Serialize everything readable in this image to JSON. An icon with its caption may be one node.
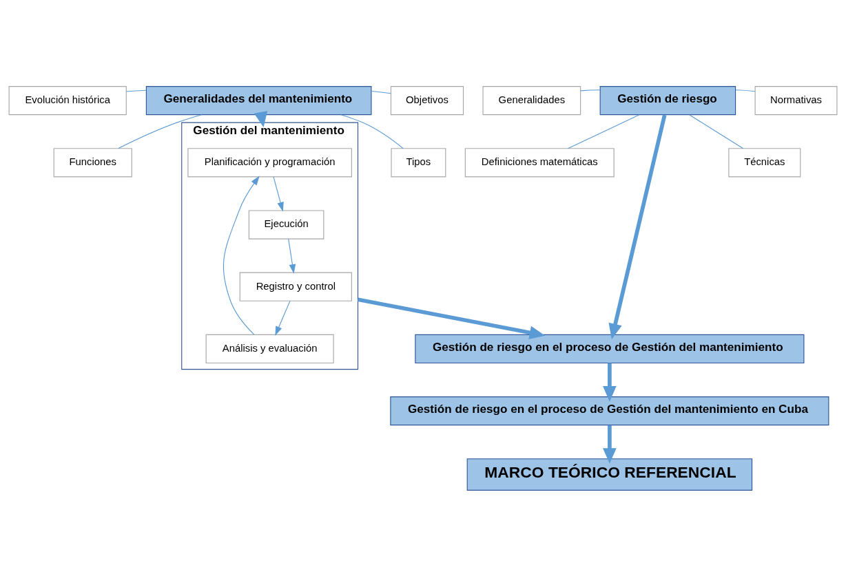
{
  "diagram": {
    "nodes": [
      {
        "text": [
          "Evolución histórica"
        ]
      },
      {
        "text": [
          "Generalidades del mantenimiento"
        ]
      },
      {
        "text": [
          "Objetivos"
        ]
      },
      {
        "text": [
          "Funciones"
        ]
      },
      {
        "text": [
          "Tipos"
        ]
      },
      {
        "text": [
          "Generalidades"
        ]
      },
      {
        "text": [
          "Gestión de riesgo"
        ]
      },
      {
        "text": [
          "Normativas"
        ]
      },
      {
        "text": [
          "Definiciones matemáticas"
        ]
      },
      {
        "text": [
          "Técnicas"
        ]
      },
      {
        "text": [
          "Gestión del mantenimiento"
        ]
      },
      {
        "text": [
          "Planificación y programación"
        ],
        "in": 10
      },
      {
        "text": [
          "Análisis y evaluación"
        ],
        "in": 10
      },
      {
        "text": [
          "Ejecución"
        ],
        "in": 10
      },
      {
        "text": [
          "Registro y control"
        ],
        "in": 10
      },
      {
        "text": [
          "Gestión de riesgo en el proceso de Gestión del mantenimiento"
        ]
      },
      {
        "text": [
          "Gestión de riesgo en el proceso de Gestión del mantenimiento en Cuba"
        ]
      },
      {
        "text": [
          "MARCO TEÓRICO REFERENCIAL"
        ]
      }
    ],
    "edges": [
      {
        "from": 1,
        "to": 0,
        "arrow": "none"
      },
      {
        "from": 1,
        "to": 3,
        "arrow": "none"
      },
      {
        "from": 1,
        "to": 2,
        "arrow": "none"
      },
      {
        "from": 1,
        "to": 4,
        "arrow": "none"
      },
      {
        "from": 6,
        "to": 5,
        "arrow": "none"
      },
      {
        "from": 6,
        "to": 8,
        "arrow": "none"
      },
      {
        "from": 6,
        "to": 7,
        "arrow": "none"
      },
      {
        "from": 6,
        "to": 9,
        "arrow": "none"
      },
      {
        "from": 1,
        "to": 10,
        "arrow": "to",
        "style": "thick"
      },
      {
        "from": 11,
        "to": 13,
        "arrow": "to"
      },
      {
        "from": 13,
        "to": 14,
        "arrow": "to"
      },
      {
        "from": 14,
        "to": 12,
        "arrow": "to"
      },
      {
        "from": 12,
        "to": 11,
        "arrow": "to"
      },
      {
        "from": 10,
        "to": 15,
        "arrow": "to",
        "style": "thick"
      },
      {
        "from": 6,
        "to": 15,
        "arrow": "to",
        "style": "thick"
      },
      {
        "from": 15,
        "to": 16,
        "arrow": "to",
        "style": "thick"
      },
      {
        "from": 16,
        "to": 17,
        "arrow": "to",
        "style": "thick"
      }
    ]
  }
}
